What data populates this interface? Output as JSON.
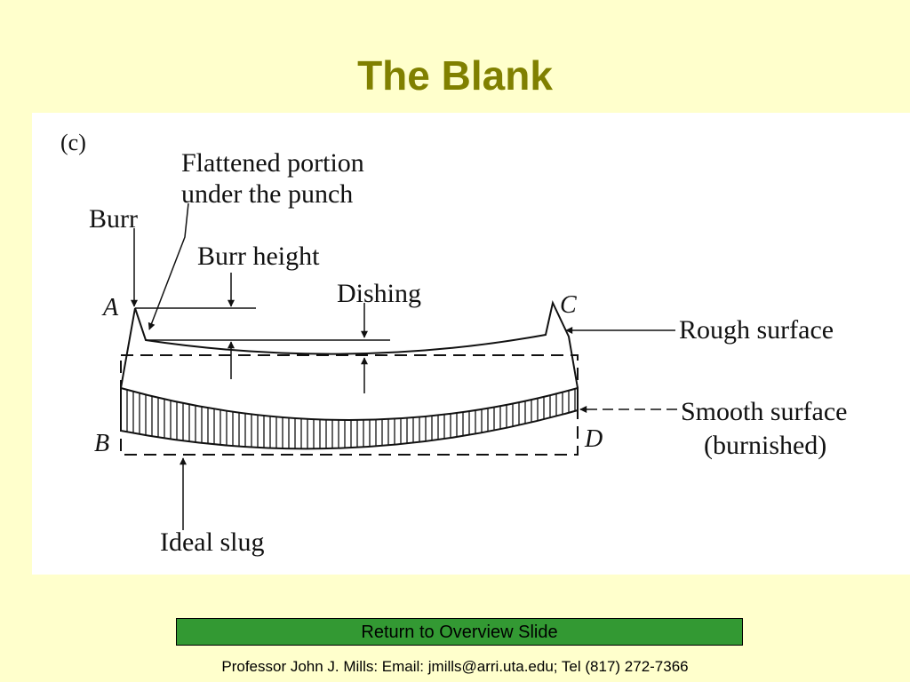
{
  "slide": {
    "title": "The Blank",
    "return_label": "Return to Overview Slide",
    "footer": "Professor John J. Mills: Email: jmills@arri.uta.edu; Tel (817) 272-7366",
    "title_color": "#808000",
    "background_color": "#ffffcc",
    "button_color": "#339933"
  },
  "figure": {
    "panel": "(c)",
    "flattened_line1": "Flattened portion",
    "flattened_line2": "under the punch",
    "burr": "Burr",
    "burr_height": "Burr height",
    "dishing": "Dishing",
    "rough_surface": "Rough surface",
    "smooth_surface_line1": "Smooth surface",
    "smooth_surface_line2": "(burnished)",
    "ideal_slug": "Ideal slug",
    "point_a": "A",
    "point_b": "B",
    "point_c": "C",
    "point_d": "D"
  }
}
